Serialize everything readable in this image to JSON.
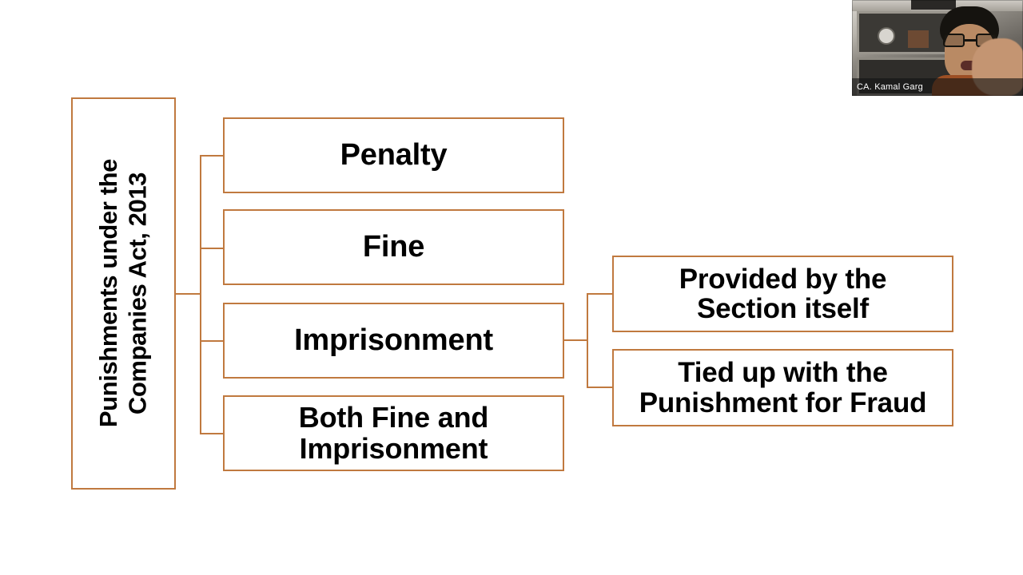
{
  "slide": {
    "background_color": "#FFFFFF",
    "accent_color": "#C0793F",
    "text_color": "#000000"
  },
  "diagram": {
    "root": {
      "label": "Punishments under the\nCompanies Act, 2013",
      "orientation": "vertical-bottom-to-top"
    },
    "branches": [
      {
        "id": "penalty",
        "label": "Penalty"
      },
      {
        "id": "fine",
        "label": "Fine"
      },
      {
        "id": "imprisonment",
        "label": "Imprisonment"
      },
      {
        "id": "both",
        "label": "Both Fine and\nImprisonment"
      }
    ],
    "sub_branches": [
      {
        "id": "provided-by-section",
        "label": "Provided by the\nSection itself"
      },
      {
        "id": "tied-to-fraud",
        "label": "Tied up with the\nPunishment for Fraud"
      }
    ]
  },
  "video_overlay": {
    "presenter_name": "CA. Kamal Garg"
  }
}
